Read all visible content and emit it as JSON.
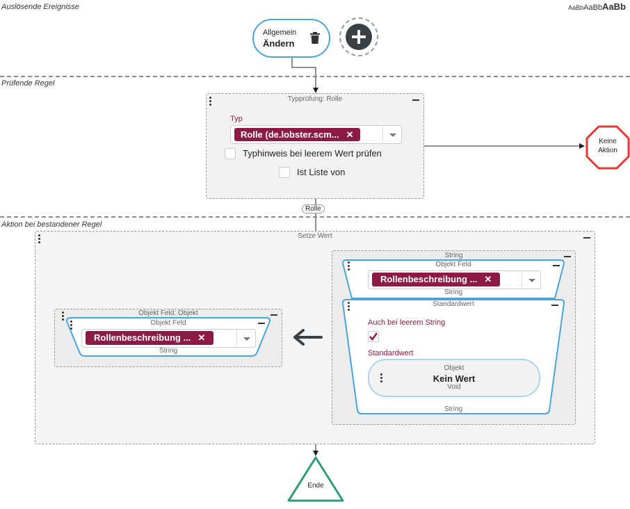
{
  "sections": {
    "trigger_title": "Auslösende Ereignisse",
    "rule_title": "Prüfende Regel",
    "action_title": "Aktion bei bestandener Regel"
  },
  "font_sizes": {
    "small": "AaBb",
    "medium": "AaBb",
    "large": "AaBb"
  },
  "trigger": {
    "line1": "Allgemein",
    "line2": "Ändern"
  },
  "typecheck": {
    "title": "Typprüfung: Rolle",
    "typ_label": "Typ",
    "typ_value": "Rolle (de.lobster.scm...",
    "option1": "Typhinweis bei leerem Wert prüfen",
    "option2": "Ist Liste von"
  },
  "no_action": {
    "line1": "Keine",
    "line2": "Aktion"
  },
  "edge_label": "Rolle",
  "set_value": {
    "title": "Setze Wert",
    "target": {
      "title": "Objekt Feld: Objekt",
      "inner_title": "Objekt Feld",
      "value": "Rollenbeschreibung ...",
      "type": "String"
    },
    "source": {
      "title": "String",
      "field": {
        "title": "Objekt Feld",
        "value": "Rollenbeschreibung ...",
        "type": "String"
      },
      "default": {
        "title": "Standardwert",
        "empty_label": "Auch bei leerem String",
        "std_label": "Standardwert",
        "obj_title": "Objekt",
        "obj_value": "Kein Wert",
        "obj_type": "Void",
        "footer": "String"
      }
    }
  },
  "end": {
    "label": "Ende"
  },
  "colors": {
    "accent": "#4aa3df",
    "maroon": "#8c1a45",
    "stop": "#e53935",
    "end": "#2e9a76",
    "dark": "#3a3f44"
  },
  "icons": [
    "trash-icon",
    "plus-icon",
    "close-icon",
    "chevron-down-icon",
    "checkmark-icon",
    "arrow-left-icon",
    "kebab-icon",
    "minus-icon"
  ]
}
